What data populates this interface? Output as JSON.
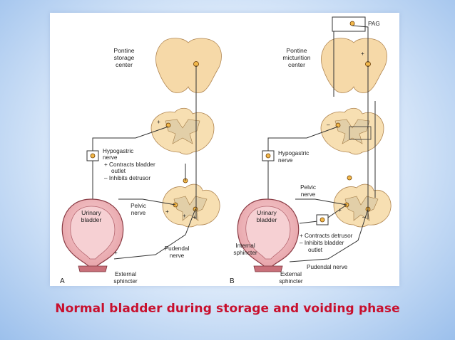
{
  "slide_title": "Normal bladder during storage and voiding phase",
  "panel_a": {
    "letter": "A",
    "pontine_label": [
      "Pontine",
      "storage",
      "center"
    ],
    "hypogastric_label": [
      "Hypogastric",
      "nerve",
      "+ Contracts bladder",
      "outlet",
      "– Inhibits detrusor"
    ],
    "pelvic_label": [
      "Pelvic",
      "nerve"
    ],
    "bladder_label": [
      "Urinary",
      "bladder"
    ],
    "pudendal_label": [
      "Pudendal",
      "nerve"
    ],
    "external_sphincter_label": [
      "External",
      "sphincter"
    ]
  },
  "panel_b": {
    "letter": "B",
    "pag_label": "PAG",
    "pontine_label": [
      "Pontine",
      "micturition",
      "center"
    ],
    "hypogastric_label": [
      "Hypogastric",
      "nerve"
    ],
    "pelvic_label": [
      "Pelvic",
      "nerve"
    ],
    "bladder_label": [
      "Urinary",
      "bladder"
    ],
    "internal_sphincter_label": [
      "Internal",
      "sphincter"
    ],
    "effects_label": [
      "+ Contracts detrusor",
      "– Inhibits bladder",
      "outlet"
    ],
    "pudendal_label": "Pudendal nerve",
    "external_sphincter_label": [
      "External",
      "sphincter"
    ]
  },
  "colors": {
    "title_red": "#c8102e",
    "bladder_outer": "#d9818b",
    "bladder_inner": "#f2c2c5",
    "cord_tan": "#f7dfb2",
    "neuron_orange": "#f2b84a"
  }
}
